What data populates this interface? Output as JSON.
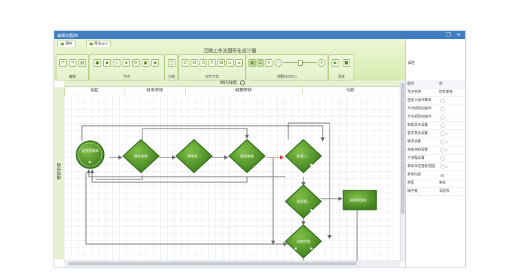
{
  "window": {
    "title": "编辑流程图"
  },
  "tabs": [
    {
      "label": "保存"
    },
    {
      "label": "导出xml"
    }
  ],
  "ribbon": {
    "title": "泛微工作流图形化设计器",
    "groups": [
      {
        "label": "编辑"
      },
      {
        "label": "节点"
      },
      {
        "label": "分组"
      },
      {
        "label": "对齐方式"
      },
      {
        "label": "视图(100%)"
      },
      {
        "label": "测试"
      }
    ],
    "zoom_percent": 100
  },
  "properties": {
    "section_label": "属性",
    "col_prop": "属性",
    "col_value": "值",
    "rows": [
      {
        "key": "节点名称",
        "value": "财务审核",
        "kind": "text"
      },
      {
        "key": "自定义操作菜单",
        "value": "",
        "kind": "dot"
      },
      {
        "key": "节点前附加操作",
        "value": "",
        "kind": "dot"
      },
      {
        "key": "节点后附加操作",
        "value": "",
        "kind": "dot"
      },
      {
        "key": "标题显示设置",
        "value": "",
        "kind": "dot"
      },
      {
        "key": "签字意见设置",
        "value": "",
        "kind": "check"
      },
      {
        "key": "转发设置",
        "value": "",
        "kind": "check"
      },
      {
        "key": "自由流转设置",
        "value": "",
        "kind": "check"
      },
      {
        "key": "子流程设置",
        "value": "",
        "kind": "dot"
      },
      {
        "key": "表单日志查看范围",
        "value": "",
        "kind": "check"
      },
      {
        "key": "表单内容",
        "value": "",
        "kind": "doc"
      },
      {
        "key": "类型",
        "value": "审批",
        "kind": "text"
      },
      {
        "key": "操作者",
        "value": "请选择",
        "kind": "text"
      }
    ]
  },
  "canvas": {
    "lane_title": "纵向分组",
    "vertical_lane_title": "横向分组",
    "columns": [
      "发起",
      "财务审核",
      "经理审核",
      "付款"
    ],
    "nodes": [
      {
        "id": "n1",
        "label": "提交报销单",
        "shape": "circle"
      },
      {
        "id": "n2",
        "label": "财务审核",
        "shape": "diamond"
      },
      {
        "id": "n3",
        "label": "费用承...",
        "shape": "diamond"
      },
      {
        "id": "n4",
        "label": "经理审核",
        "shape": "diamond"
      },
      {
        "id": "n5",
        "label": "经理上...",
        "shape": "diamond"
      },
      {
        "id": "n6",
        "label": "总经理...",
        "shape": "diamond"
      },
      {
        "id": "n7",
        "label": "财务经理处...",
        "shape": "rect"
      },
      {
        "id": "n8",
        "label": "出纳付款",
        "shape": "diamond"
      }
    ]
  },
  "icons": {
    "undo": "↶",
    "redo": "↷",
    "paste": "▤",
    "close": "✕",
    "restore": "❐",
    "play": "▶",
    "stop": "■",
    "zoom_minus": "−",
    "zoom_plus": "+"
  }
}
